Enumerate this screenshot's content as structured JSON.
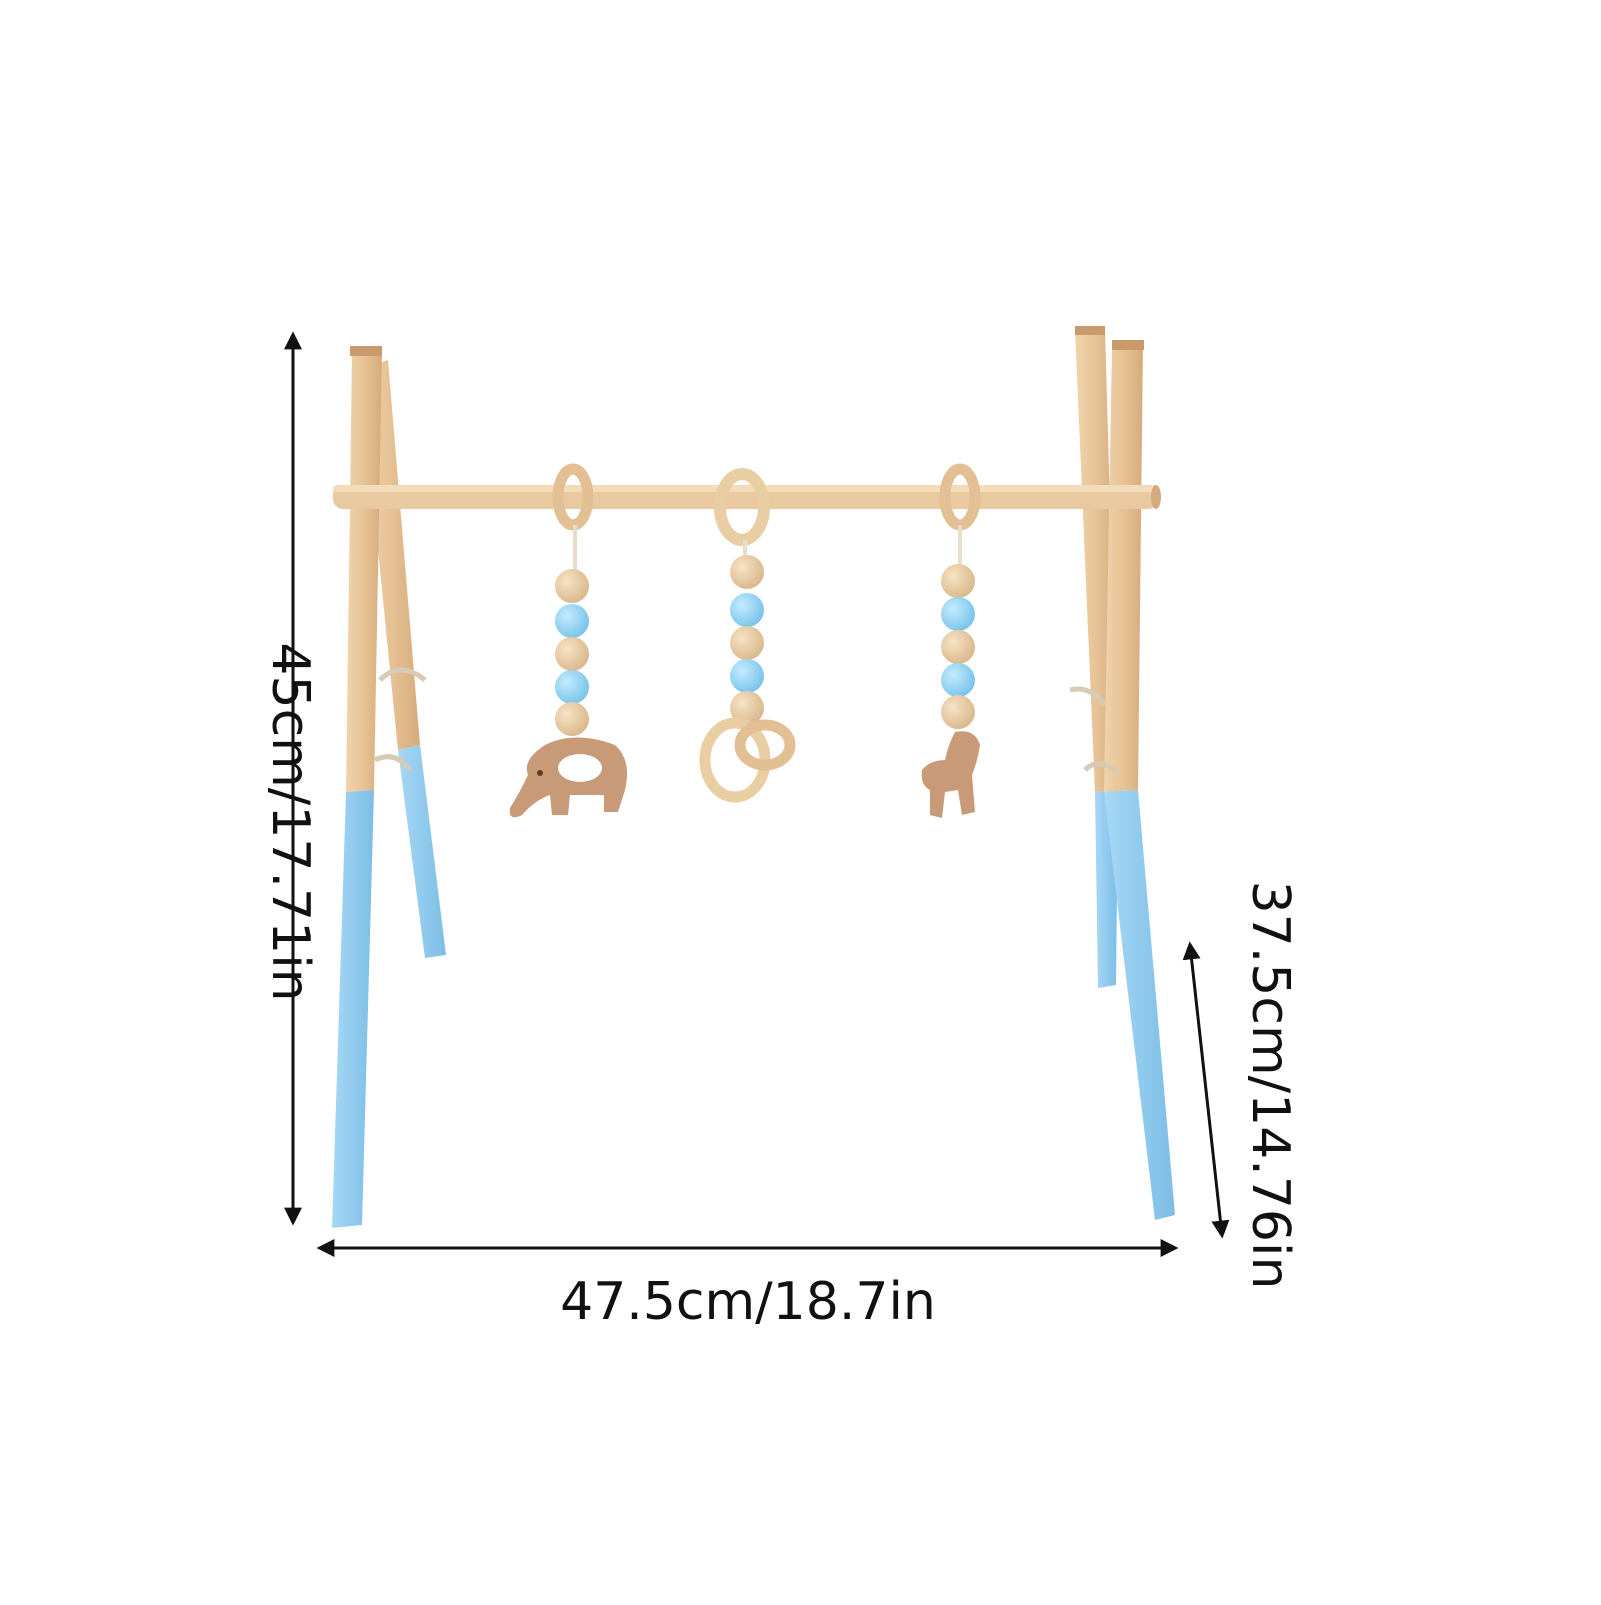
{
  "product": {
    "name": "wooden baby play gym",
    "colors": {
      "background": "#ffffff",
      "wood": "#e9c9a0",
      "wood_dark": "#d3a978",
      "leg_paint": "#8fc9ec",
      "bead_blue": "#8fd0f0",
      "bead_wood": "#e8cfa8",
      "teether": "#c99a78",
      "arrow": "#111111"
    },
    "hanging_toys": [
      {
        "name": "elephant-teether",
        "beads": [
          "wood",
          "blue",
          "wood",
          "blue",
          "wood"
        ]
      },
      {
        "name": "ring-teether",
        "beads": [
          "wood",
          "blue",
          "wood",
          "blue",
          "wood"
        ]
      },
      {
        "name": "giraffe-teether",
        "beads": [
          "wood",
          "blue",
          "wood",
          "blue",
          "wood"
        ]
      }
    ]
  },
  "dimensions": {
    "height": "45cm/17.71in",
    "leg": "37.5cm/14.76in",
    "width": "47.5cm/18.7in"
  }
}
